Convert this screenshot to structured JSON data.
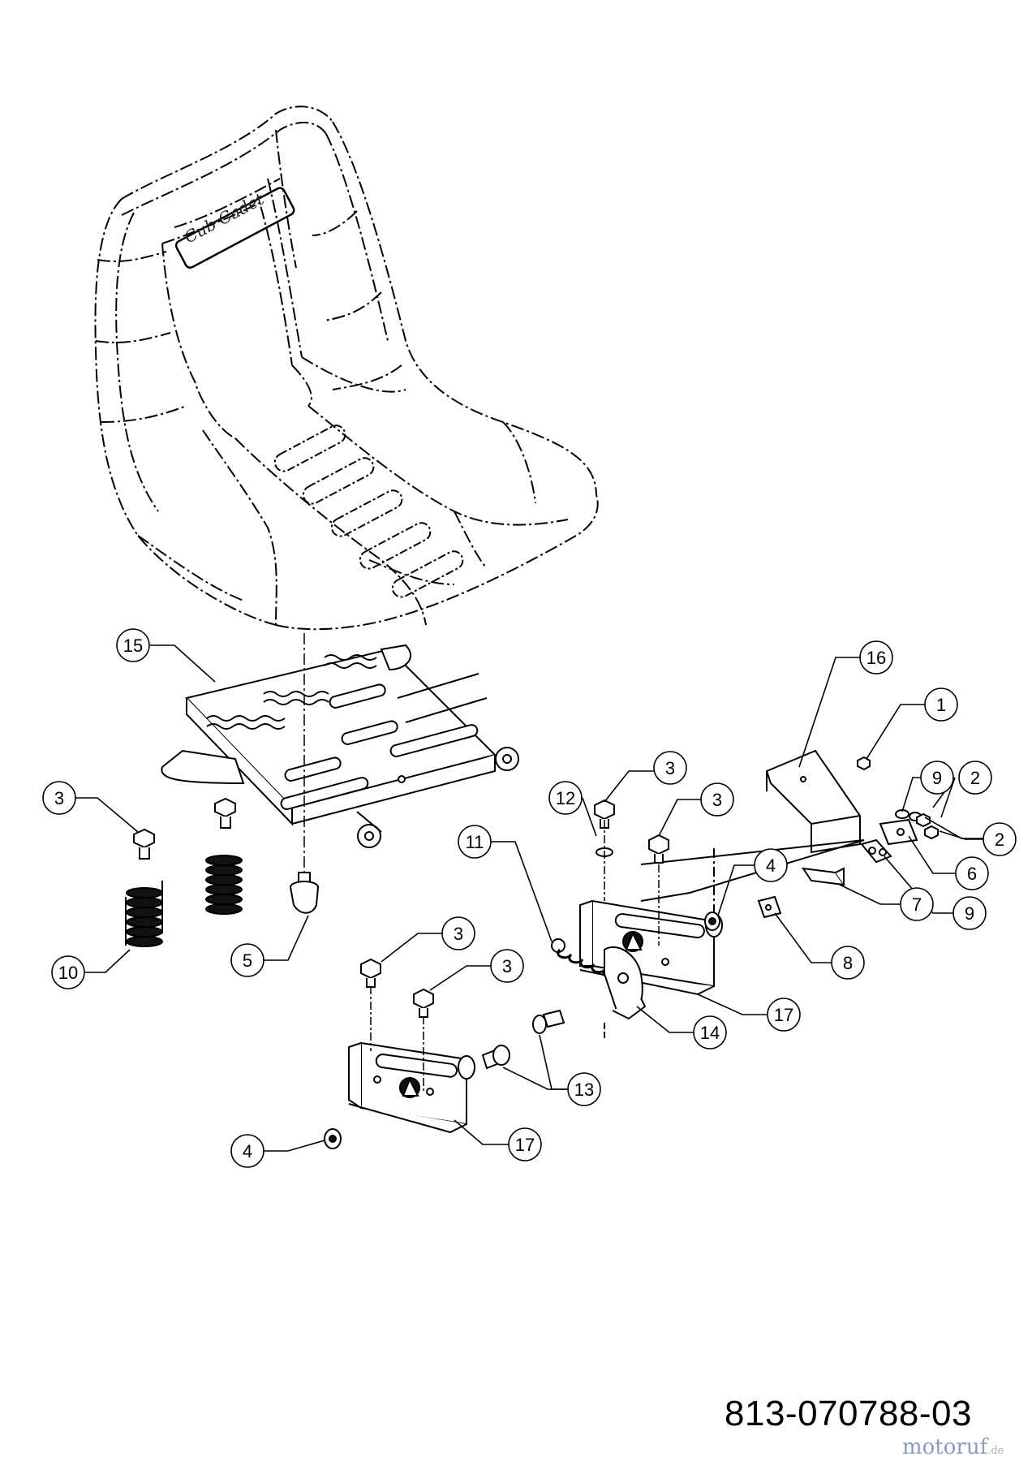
{
  "diagram": {
    "brand_logo": "Cub Cadet",
    "part_number": "813-070788-03",
    "watermark": {
      "name": "motoruf",
      "tld": ".de"
    },
    "callouts": [
      "15",
      "16",
      "1",
      "9",
      "2",
      "2",
      "3",
      "3",
      "12",
      "3",
      "4",
      "6",
      "9",
      "7",
      "8",
      "11",
      "5",
      "10",
      "3",
      "3",
      "17",
      "14",
      "13",
      "4",
      "17"
    ]
  }
}
